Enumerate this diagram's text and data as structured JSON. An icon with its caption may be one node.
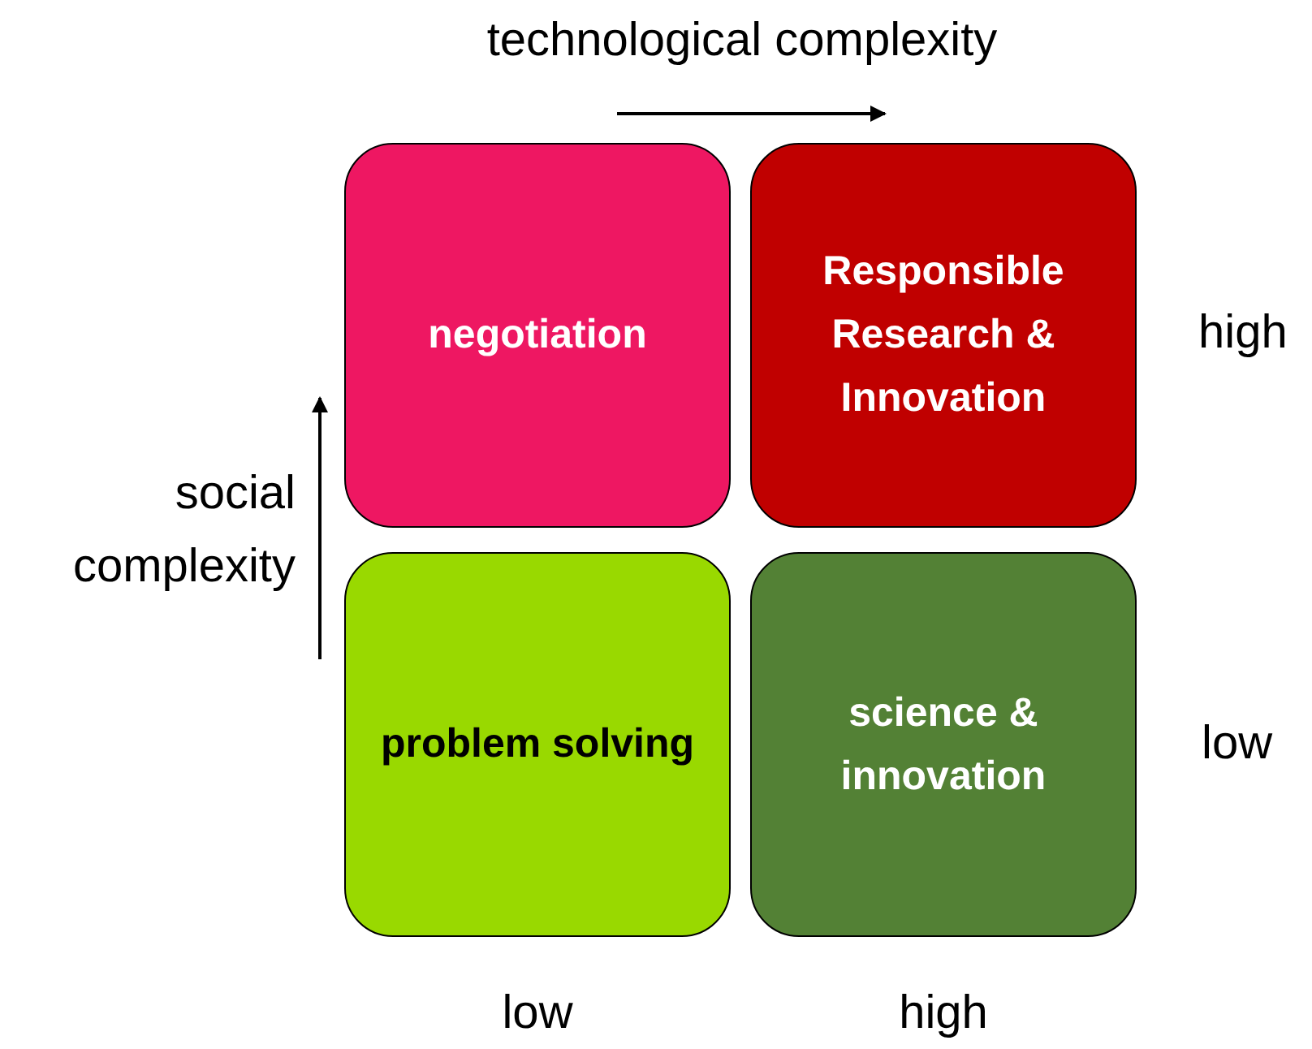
{
  "diagram": {
    "nodes": [
      {
        "text": [
          "negotiation"
        ]
      },
      {
        "text": [
          "Responsible Research & Innovation"
        ]
      },
      {
        "text": [
          "problem solving"
        ]
      },
      {
        "text": [
          "science & innovation"
        ]
      }
    ],
    "labels": [
      "technological complexity",
      "high",
      "social complexity",
      "low",
      "low",
      "high"
    ]
  }
}
